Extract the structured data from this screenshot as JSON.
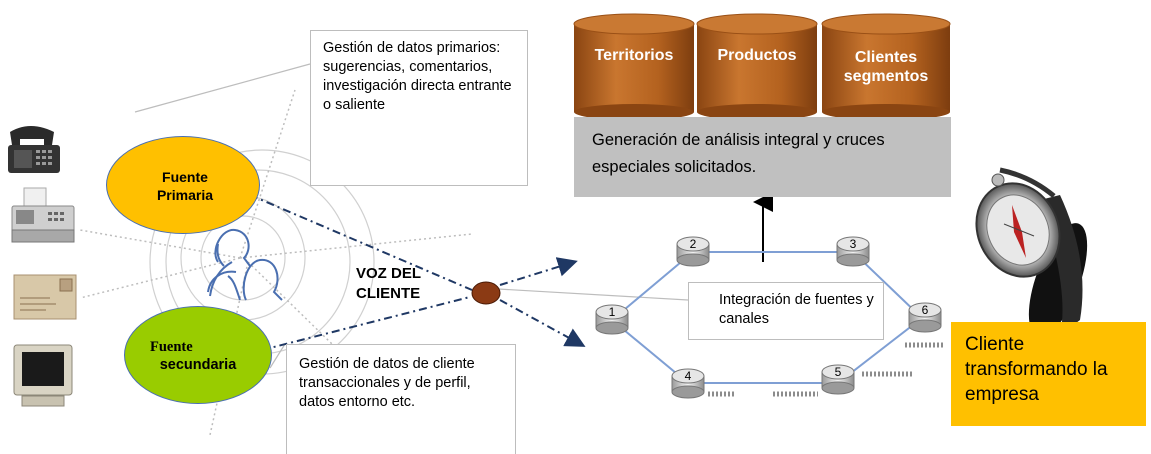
{
  "sources": {
    "primary": "Fuente Primaria",
    "secondary_line1": "Fuente",
    "secondary_line2": "secundaria"
  },
  "voice_label_line1": "VOZ DEL",
  "voice_label_line2": "CLIENTE",
  "callouts": {
    "primary_data": "Gestión de datos primarios: sugerencias, comentarios, investigación directa entrante o saliente",
    "secondary_data": "Gestión de datos de cliente transaccionales y de perfil, datos entorno etc.",
    "integration": "Integración de fuentes y canales"
  },
  "databases": [
    {
      "label": "Territorios"
    },
    {
      "label": "Productos"
    },
    {
      "label": "Clientes segmentos"
    }
  ],
  "analysis_box": "Generación de análisis integral y cruces especiales solicitados.",
  "network_nodes": [
    "1",
    "2",
    "3",
    "4",
    "5",
    "6"
  ],
  "result_box": "Cliente transformando la empresa",
  "colors": {
    "primary_source": "#ffc000",
    "secondary_source": "#99cc00",
    "cylinder": "#b8651f",
    "analysis_box": "#c0c0c0",
    "result_box": "#ffc000",
    "arrow": "#1f3864",
    "network_line": "#7f9fd4"
  },
  "icons": [
    "telephone-icon",
    "fax-icon",
    "letter-icon",
    "computer-monitor-icon",
    "people-icon",
    "compass-icon"
  ]
}
